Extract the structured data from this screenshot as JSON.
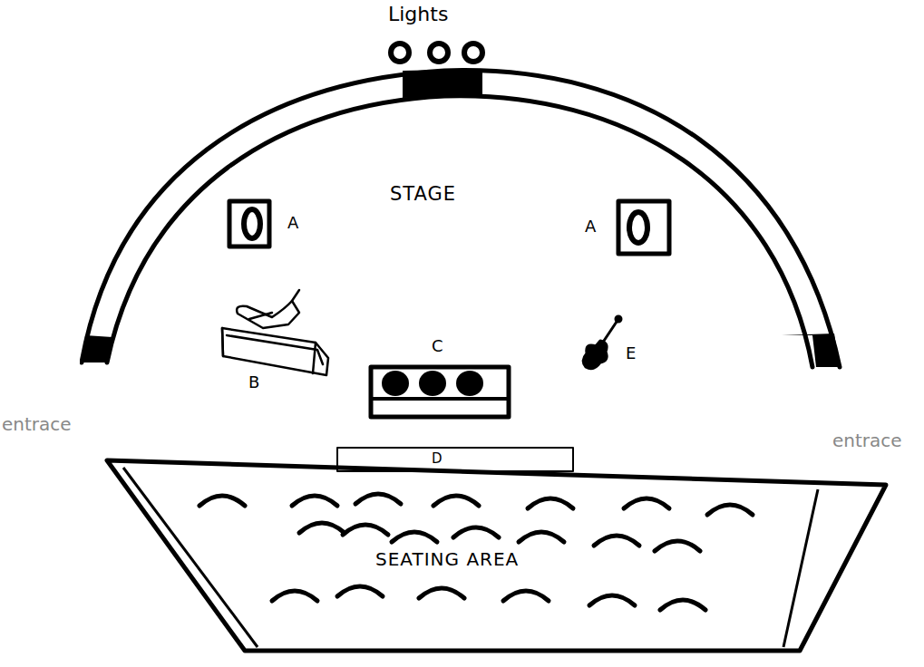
{
  "diagram": {
    "nodes": [
      {
        "text": [
          "STAGE"
        ]
      },
      {
        "text": [
          "SEATING AREA"
        ]
      }
    ],
    "labels": [
      "Lights",
      "A",
      "A",
      "B",
      "C",
      "D",
      "E",
      "entrace",
      "entrace"
    ]
  }
}
